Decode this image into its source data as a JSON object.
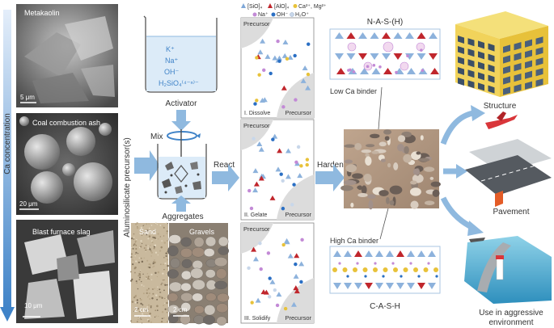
{
  "gradient_label": "Ca concentration",
  "precursor_axis_label": "Aluminosilicate precursor(s)",
  "sem_panels": [
    {
      "title": "Metakaolin",
      "scale": "5 μm"
    },
    {
      "title": "Coal combustion ash",
      "scale": "20 μm"
    },
    {
      "title": "Blast furnace slag",
      "scale": "10 μm"
    }
  ],
  "activator": {
    "label": "Activator",
    "ions": [
      "K⁺",
      "Na⁺",
      "OH⁻",
      "H₂SiO₄⁽⁴⁻ⁿ⁾⁻"
    ]
  },
  "mix_label": "Mix",
  "aggregates": {
    "label": "Aggregates",
    "sand": "Sand",
    "gravels": "Gravels",
    "sand_scale": "2 cm",
    "gravels_scale": "2 cm"
  },
  "react_label": "React",
  "harden_label": "Harden",
  "legend": {
    "items": [
      "[SiO]₄",
      "[AlO]₄",
      "Ca²⁺, Mg²⁺",
      "Na⁺",
      "OH⁻",
      "H₂O⁺"
    ],
    "colors": [
      "#7fa8d8",
      "#c0262c",
      "#e8c23a",
      "#c38ad6",
      "#2a6fc4",
      "#c8d7ea"
    ]
  },
  "stages": [
    {
      "title": "Precursor",
      "step": "I. Dissolve",
      "corner": "Precursor"
    },
    {
      "title": "Precursor",
      "step": "II. Gelate",
      "corner": "Precursor"
    },
    {
      "title": "Precursor",
      "step": "III. Solidify",
      "corner": "Precursor"
    }
  ],
  "nash": {
    "title": "N-A-S-(H)",
    "binder": "Low Ca binder"
  },
  "cash": {
    "title": "C-A-S-H",
    "binder": "High Ca binder"
  },
  "applications": [
    "Structure",
    "Pavement",
    "Use in aggressive environment"
  ],
  "colors": {
    "arrow": "#8fb9df",
    "tri_blue": "#8db2dc",
    "tri_red": "#c0262c",
    "line": "#a9c6e2"
  }
}
